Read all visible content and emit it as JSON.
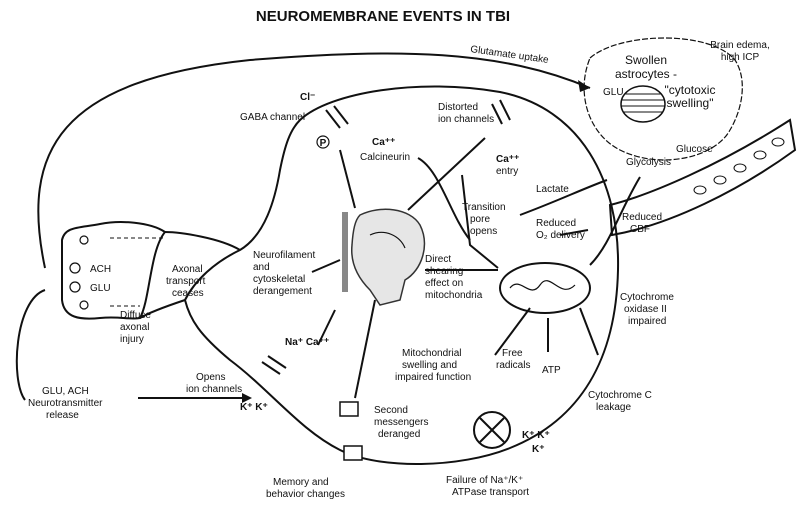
{
  "title": "NEUROMEMBRANE EVENTS IN TBI",
  "labels": {
    "glutamate_uptake": "Glutamate uptake",
    "swollen_1": "Swollen",
    "swollen_2": "astrocytes -",
    "swollen_3": "\"cytotoxic",
    "swollen_4": "swelling\"",
    "glu_astro": "GLU",
    "edema_1": "Brain edema,",
    "edema_2": "high ICP",
    "cl": "Cl⁻",
    "gaba": "GABA channel",
    "p": "P",
    "ca_calc": "Ca⁺⁺",
    "calcineurin": "Calcineurin",
    "distorted_1": "Distorted",
    "distorted_2": "ion channels",
    "ca_entry": "Ca⁺⁺",
    "entry": "entry",
    "transition_1": "Transition",
    "transition_2": "pore",
    "transition_3": "opens",
    "glucose": "Glucose",
    "glycolysis": "Glycolysis",
    "lactate": "Lactate",
    "reduced_o2_1": "Reduced",
    "reduced_o2_2": "O₂ delivery",
    "reduced_cbf_1": "Reduced",
    "reduced_cbf_2": "CBF",
    "ach": "ACH",
    "glu_term": "GLU",
    "axonal_1": "Axonal",
    "axonal_2": "transport",
    "axonal_3": "ceases",
    "neuro_1": "Neurofilament",
    "neuro_2": "and",
    "neuro_3": "cytoskeletal",
    "neuro_4": "derangement",
    "direct_1": "Direct",
    "direct_2": "shearing",
    "direct_3": "effect on",
    "direct_4": "mitochondria",
    "cyto_ox_1": "Cytochrome",
    "cyto_ox_2": "oxidase II",
    "cyto_ox_3": "impaired",
    "diffuse_1": "Diffuse",
    "diffuse_2": "axonal",
    "diffuse_3": "injury",
    "na_ca": "Na⁺ Ca⁺⁺",
    "k_k": "K⁺ K⁺",
    "opens_1": "Opens",
    "opens_2": "ion channels",
    "mito_1": "Mitochondrial",
    "mito_2": "swelling and",
    "mito_3": "impaired function",
    "free_1": "Free",
    "free_2": "radicals",
    "atp": "ATP",
    "cytoc_1": "Cytochrome C",
    "cytoc_2": "leakage",
    "glu_ach_1": "GLU, ACH",
    "glu_ach_2": "Neurotransmitter",
    "glu_ach_3": "release",
    "second_1": "Second",
    "second_2": "messengers",
    "second_3": "deranged",
    "k_k2": "K⁺ K⁺",
    "k_k3": "K⁺",
    "memory_1": "Memory and",
    "memory_2": "behavior changes",
    "failure_1": "Failure of Na⁺/K⁺",
    "failure_2": "ATPase transport"
  }
}
